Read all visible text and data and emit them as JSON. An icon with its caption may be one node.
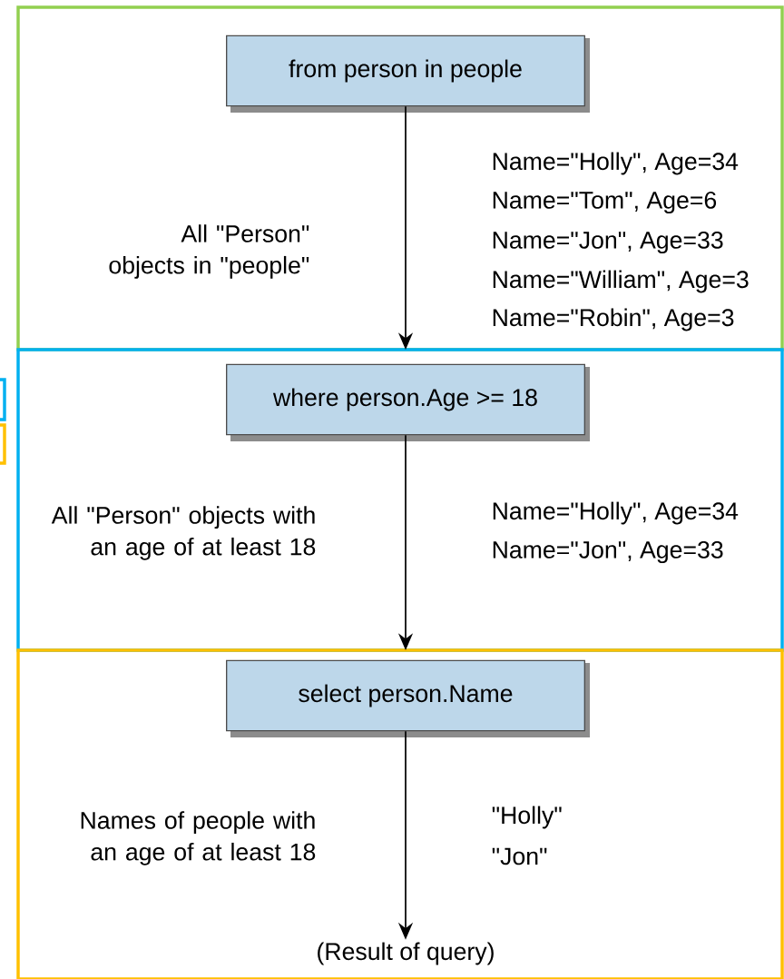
{
  "diagram": {
    "nodes": [
      {
        "text": [
          "from person in people"
        ]
      },
      {
        "text": [
          "where person.Age >= 18"
        ]
      },
      {
        "text": [
          "select person.Name"
        ]
      },
      {
        "text": [
          "(Result of query)"
        ]
      }
    ],
    "edges": [
      {
        "from": 0,
        "to": 1,
        "arrow": "to"
      },
      {
        "from": 1,
        "to": 2,
        "arrow": "to"
      },
      {
        "from": 2,
        "to": 3,
        "arrow": "to"
      }
    ],
    "labels": [
      "All \"Person\" objects in \"people\"",
      "Name=\"Holly\", Age=34",
      "Name=\"Tom\", Age=6",
      "Name=\"Jon\", Age=33",
      "Name=\"William\", Age=3",
      "Name=\"Robin\", Age=3",
      "All \"Person\" objects with an age of at least 18",
      "Name=\"Holly\", Age=34",
      "Name=\"Jon\", Age=33",
      "Names of people with an age of at least 18",
      "\"Holly\"",
      "\"Jon\""
    ]
  }
}
